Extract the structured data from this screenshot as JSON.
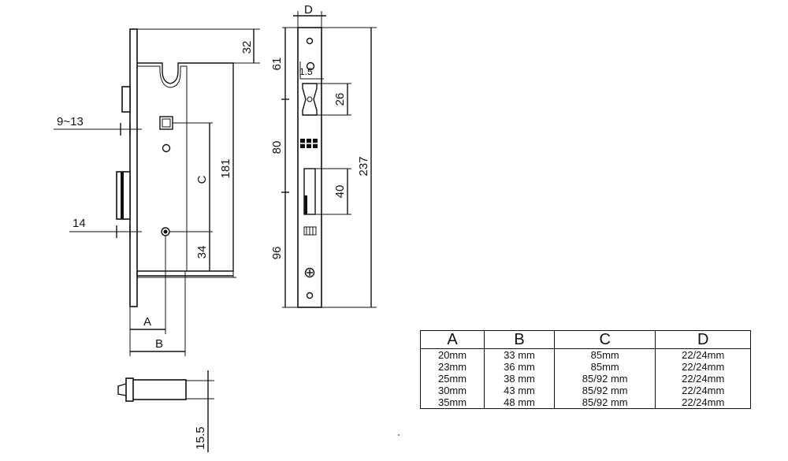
{
  "dimensions": {
    "backset_range": "9~13",
    "handle_offset": "14",
    "top_offset": "32",
    "center_distance_label": "C",
    "body_height": "181",
    "bottom_offset": "34",
    "label_a": "A",
    "label_b": "B",
    "faceplate_width_label": "D",
    "faceplate_top": "61",
    "faceplate_mid": "80",
    "faceplate_bottom": "96",
    "faceplate_total": "237",
    "latch_height": "26",
    "bolt_height": "40",
    "small_label": "1.5",
    "bolt_throw": "15.5"
  },
  "table": {
    "headers": [
      "A",
      "B",
      "C",
      "D"
    ],
    "rows": [
      [
        "20mm",
        "33 mm",
        "85mm",
        "22/24mm"
      ],
      [
        "23mm",
        "36 mm",
        "85mm",
        "22/24mm"
      ],
      [
        "25mm",
        "38 mm",
        "85/92 mm",
        "22/24mm"
      ],
      [
        "30mm",
        "43 mm",
        "85/92 mm",
        "22/24mm"
      ],
      [
        "35mm",
        "48 mm",
        "85/92 mm",
        "22/24mm"
      ]
    ]
  }
}
